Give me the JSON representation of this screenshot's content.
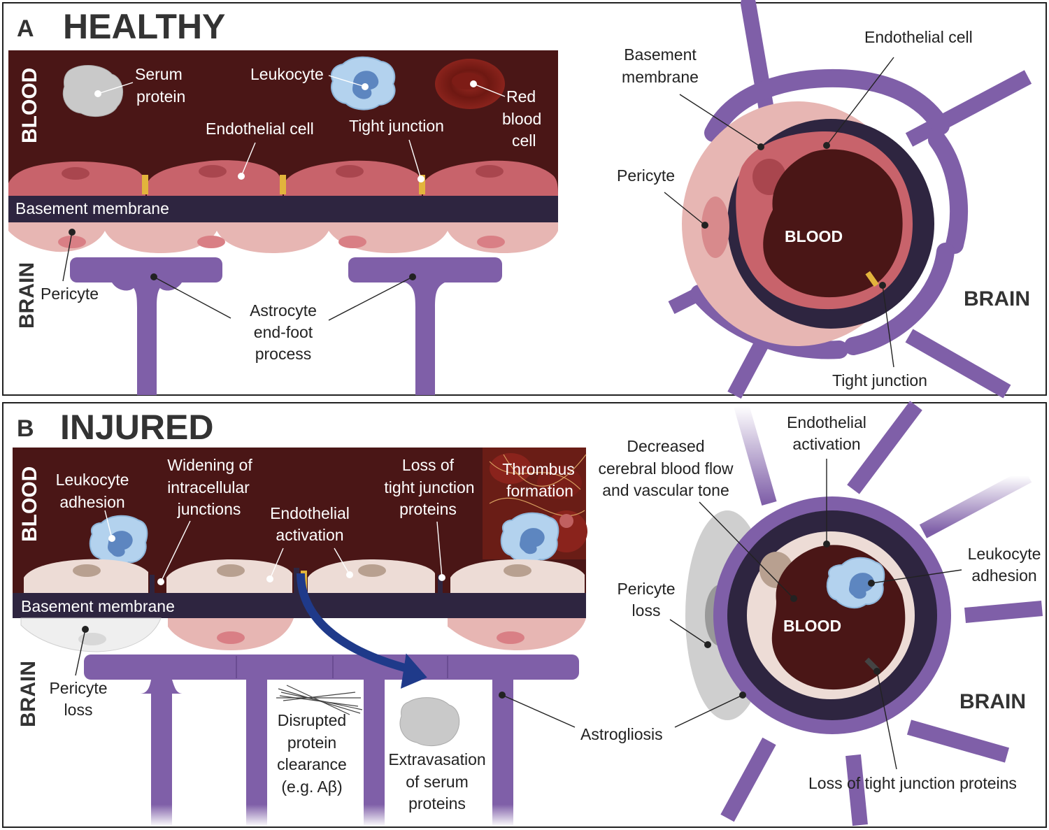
{
  "panel_a": {
    "letter": "A",
    "title": "HEALTHY",
    "blood_side": "BLOOD",
    "brain_side": "BRAIN",
    "serum_protein": [
      "Serum",
      "protein"
    ],
    "leukocyte": "Leukocyte",
    "red_blood_cell": [
      "Red",
      "blood",
      "cell"
    ],
    "endothelial_cell": "Endothelial cell",
    "tight_junction": "Tight junction",
    "basement_membrane": "Basement membrane",
    "pericyte": "Pericyte",
    "astrocyte": [
      "Astrocyte",
      "end-foot",
      "process"
    ],
    "cross_basement": [
      "Basement",
      "membrane"
    ],
    "cross_endothelial": "Endothelial cell",
    "cross_pericyte": "Pericyte",
    "cross_blood": "BLOOD",
    "cross_brain": "BRAIN",
    "cross_tight_junction": "Tight junction"
  },
  "panel_b": {
    "letter": "B",
    "title": "INJURED",
    "blood_side": "BLOOD",
    "brain_side": "BRAIN",
    "leukocyte_adhesion": [
      "Leukocyte",
      "adhesion"
    ],
    "widening": [
      "Widening of",
      "intracellular",
      "junctions"
    ],
    "endothelial_activation": [
      "Endothelial",
      "activation"
    ],
    "loss_tj": [
      "Loss of",
      "tight junction",
      "proteins"
    ],
    "thrombus": [
      "Thrombus",
      "formation"
    ],
    "basement_membrane": "Basement membrane",
    "pericyte_loss": [
      "Pericyte",
      "loss"
    ],
    "disrupted": [
      "Disrupted",
      "protein",
      "clearance",
      "(e.g. Aβ)"
    ],
    "extravasation": [
      "Extravasation",
      "of serum",
      "proteins"
    ],
    "astrogliosis": "Astrogliosis",
    "cross_decreased": [
      "Decreased",
      "cerebral blood flow",
      "and vascular tone"
    ],
    "cross_endothelial": [
      "Endothelial",
      "activation"
    ],
    "cross_leukocyte": [
      "Leukocyte",
      "adhesion"
    ],
    "cross_pericyte_loss": [
      "Pericyte",
      "loss"
    ],
    "cross_blood": "BLOOD",
    "cross_brain": "BRAIN",
    "cross_loss_tj": "Loss of tight junction proteins"
  },
  "colors": {
    "blood": "#4a1616",
    "endothelium": "#c8636b",
    "endothelium_injured": "#eddcd6",
    "basement": "#2e2540",
    "pericyte": "#e7b6b3",
    "astrocyte": "#7f5fa8",
    "tight_junction": "#e2b43c",
    "arrow": "#1f3a8a"
  }
}
